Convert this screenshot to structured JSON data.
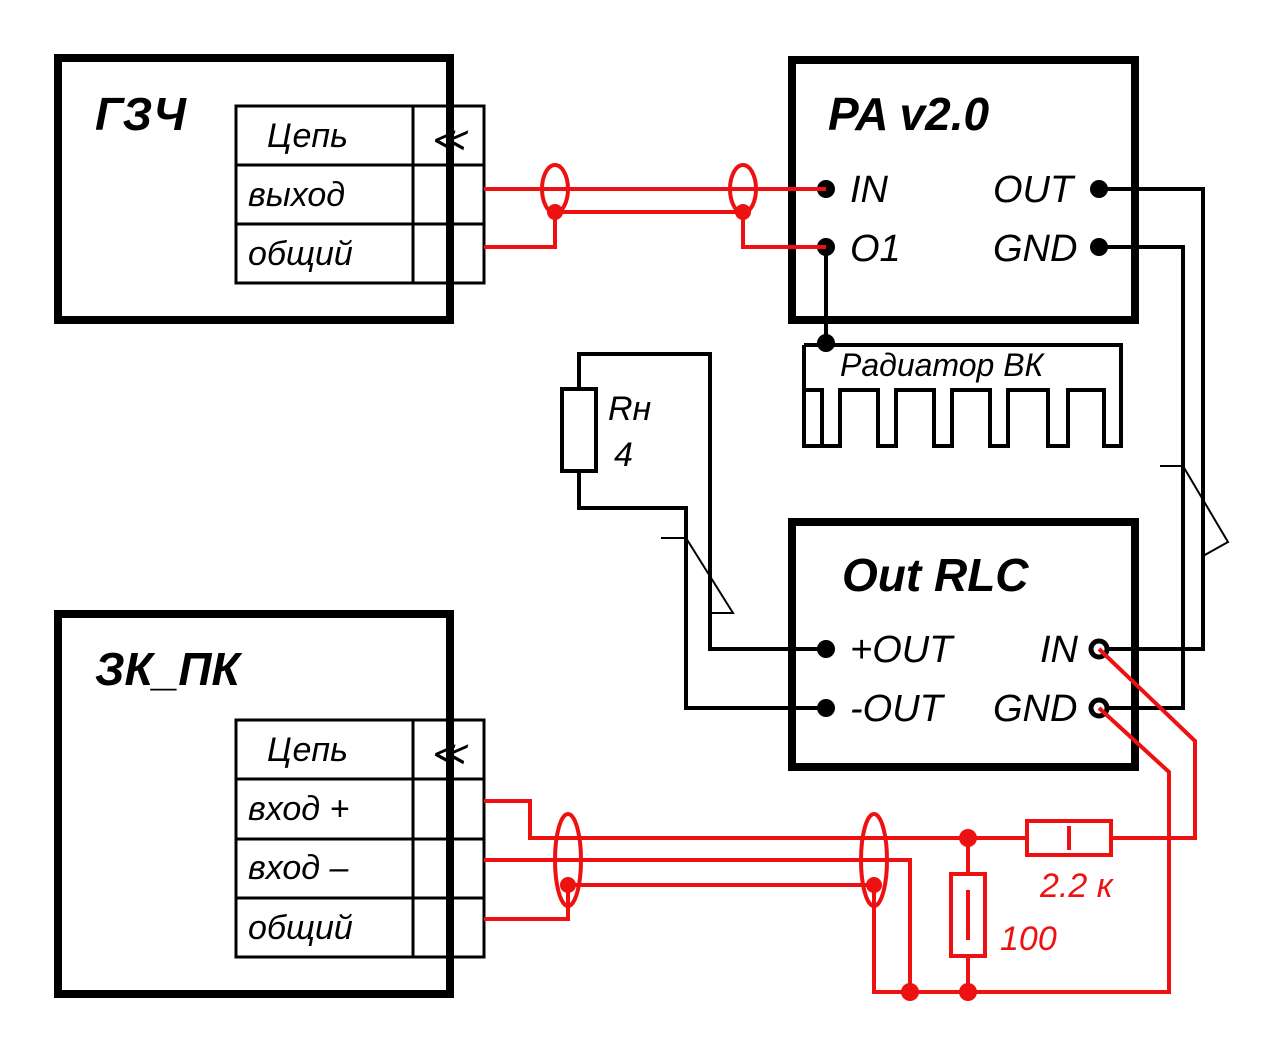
{
  "blocks": {
    "generator": {
      "title": "ГЗЧ",
      "table_header": "Цепь",
      "connector_symbol": "≪",
      "rows": [
        "выход",
        "общий"
      ]
    },
    "amplifier": {
      "title": "PA v2.0",
      "pins_left": [
        "IN",
        "O1"
      ],
      "pins_right": [
        "OUT",
        "GND"
      ]
    },
    "heatsink": {
      "label": "Радиатор ВК"
    },
    "load": {
      "ref": "Rн",
      "value": "4"
    },
    "output_rlc": {
      "title": "Out RLC",
      "pins_left": [
        "+OUT",
        "-OUT"
      ],
      "pins_right": [
        "IN",
        "GND"
      ]
    },
    "soundcard": {
      "title": "ЗК_ПК",
      "table_header": "Цепь",
      "connector_symbol": "≪",
      "rows": [
        "вход +",
        "вход –",
        "общий"
      ]
    },
    "divider": {
      "series_value": "2.2 к",
      "shunt_value": "100"
    }
  },
  "colors": {
    "wire": "#000000",
    "measurement": "#ee1111"
  }
}
